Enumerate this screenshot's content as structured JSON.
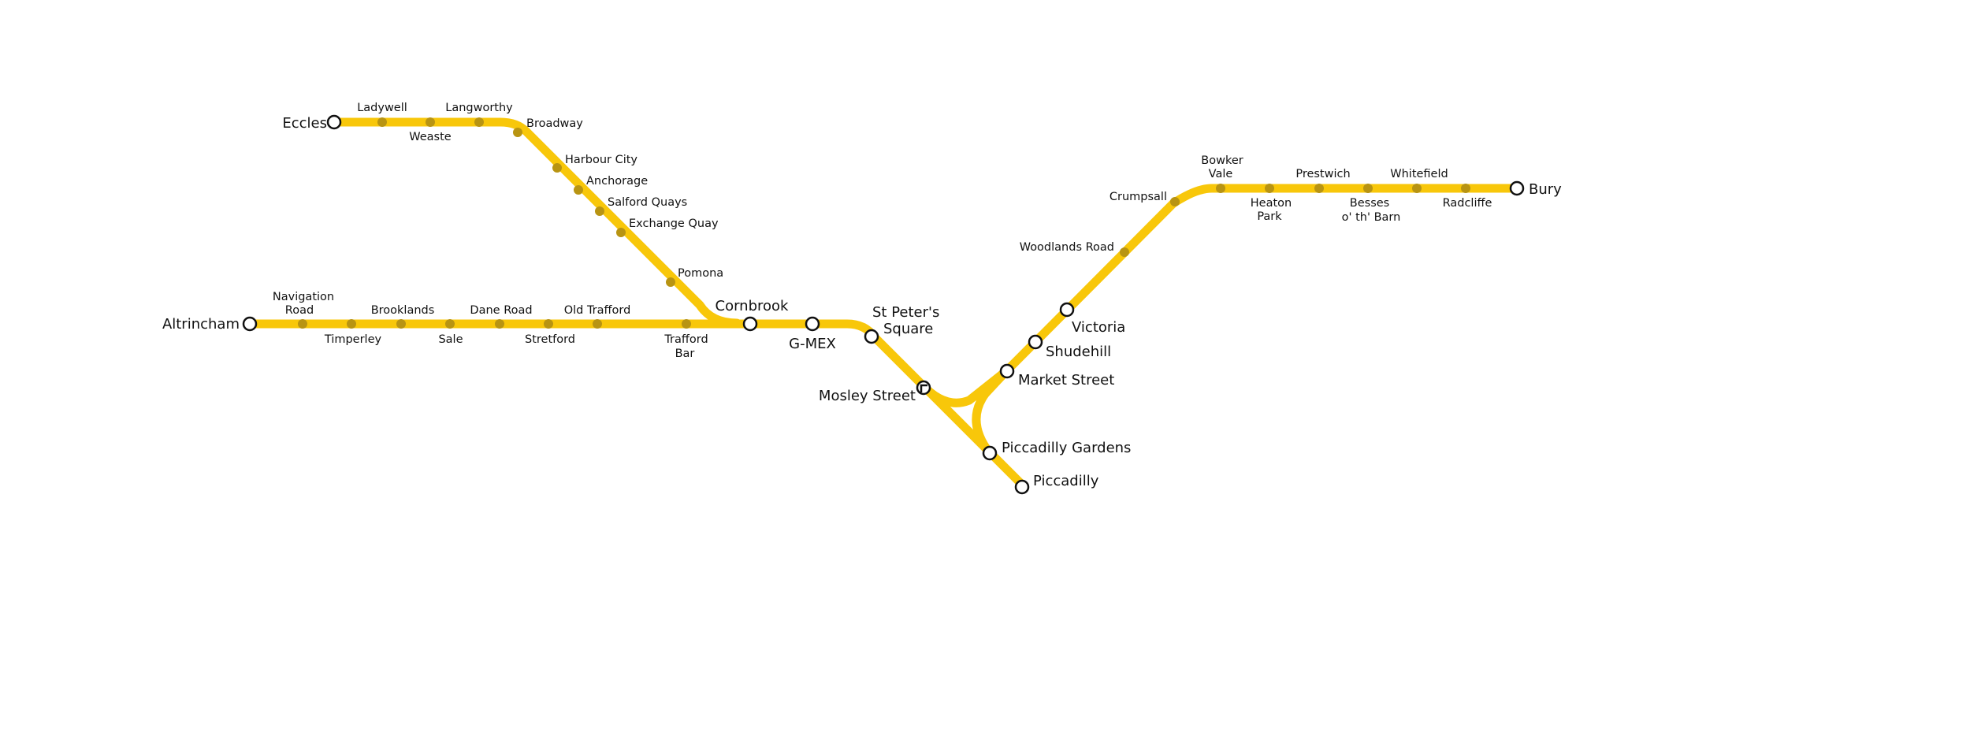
{
  "map": {
    "line_color": "#F8C70A",
    "minor_station_color": "#B89412",
    "major_station_color": "#FFFFFF",
    "stations": {
      "eccles": "Eccles",
      "ladywell": "Ladywell",
      "weaste": "Weaste",
      "langworthy": "Langworthy",
      "broadway": "Broadway",
      "harbour_city": "Harbour City",
      "anchorage": "Anchorage",
      "salford_quays": "Salford Quays",
      "exchange_quay": "Exchange Quay",
      "pomona": "Pomona",
      "altrincham": "Altrincham",
      "navigation_road_1": "Navigation",
      "navigation_road_2": "Road",
      "timperley": "Timperley",
      "brooklands": "Brooklands",
      "sale": "Sale",
      "dane_road": "Dane Road",
      "stretford": "Stretford",
      "old_trafford": "Old Trafford",
      "trafford_bar_1": "Trafford",
      "trafford_bar_2": "Bar",
      "cornbrook": "Cornbrook",
      "gmex": "G-MEX",
      "st_peters_1": "St Peter's",
      "st_peters_2": "Square",
      "mosley_street": "Mosley Street",
      "piccadilly_gardens": "Piccadilly Gardens",
      "piccadilly": "Piccadilly",
      "market_street": "Market Street",
      "shudehill": "Shudehill",
      "victoria": "Victoria",
      "woodlands_road": "Woodlands Road",
      "crumpsall": "Crumpsall",
      "bowker_vale_1": "Bowker",
      "bowker_vale_2": "Vale",
      "heaton_park_1": "Heaton",
      "heaton_park_2": "Park",
      "prestwich": "Prestwich",
      "besses_1": "Besses",
      "besses_2": "o' th' Barn",
      "whitefield": "Whitefield",
      "radcliffe": "Radcliffe",
      "bury": "Bury"
    }
  }
}
